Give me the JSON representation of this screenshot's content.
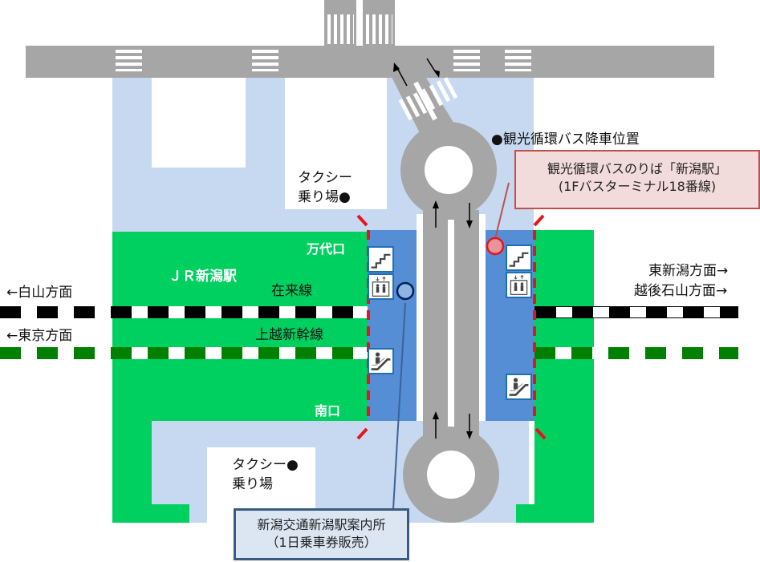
{
  "map": {
    "station_name": "ＪＲ新潟駅",
    "exits": {
      "north": "万代口",
      "south": "南口"
    },
    "lines": {
      "conventional": "在来線",
      "shinkansen": "上越新幹線"
    },
    "directions": {
      "left_conventional": "←白山方面",
      "left_shinkansen": "←東京方面",
      "right_1": "東新潟方面→",
      "right_2": "越後石山方面→"
    },
    "taxi_north": {
      "line1": "タクシー",
      "line2": "乗り場●"
    },
    "taxi_south": {
      "line1": "タクシー●",
      "line2": "乗り場"
    },
    "bus_dropoff": "●観光循環バス降車位置",
    "bus_stop_callout": {
      "line1": "観光循環バスのりば「新潟駅」",
      "line2": "(1Fバスターミナル18番線)"
    },
    "info_center_callout": {
      "line1": "新潟交通新潟駅案内所",
      "line2": "（1日乗車券販売）"
    },
    "icons": [
      "stairs-icon",
      "elevator-icon",
      "escalator-icon"
    ],
    "colors": {
      "road": "#a6a6a6",
      "walkway": "#c6d9f0",
      "station": "#00d060",
      "concourse": "#558ed5",
      "gate_line": "#e8141b",
      "bus_stop_marker": "#e06666",
      "info_marker": "#8eb4e3",
      "conventional_track": "#000000",
      "shinkansen_track": "#008000"
    }
  }
}
